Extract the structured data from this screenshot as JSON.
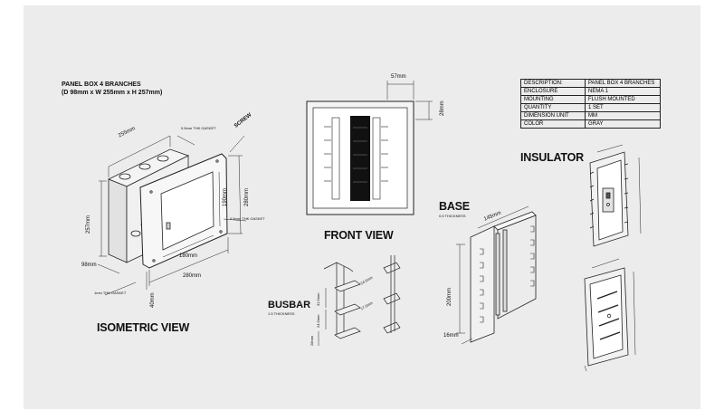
{
  "heading": {
    "line1": "PANEL BOX 4 BRANCHES",
    "line2": "(D 98mm x W 255mm x H 257mm)"
  },
  "spec_table": {
    "rows": [
      {
        "key": "DESCRIPTION:",
        "value": "PANEL BOX 4 BRANCHES"
      },
      {
        "key": "ENCLOSURE",
        "value": "NEMA 1"
      },
      {
        "key": "MOUNTING",
        "value": "FLUSH MOUNTED"
      },
      {
        "key": "QUANTITY",
        "value": "1 SET"
      },
      {
        "key": "DIMENSION UNIT",
        "value": "MM"
      },
      {
        "key": "COLOR",
        "value": "GRAY"
      }
    ]
  },
  "views": {
    "isometric": "ISOMETRIC VIEW",
    "front": "FRONT VIEW",
    "busbar": "BUSBAR",
    "busbar_note": "1.5 THICKNESS",
    "base": "BASE",
    "base_note": "0.5 THICKNESS",
    "insulator": "INSULATOR",
    "screw": "SCREW"
  },
  "dimensions": {
    "iso_width": "255mm",
    "iso_height": "257mm",
    "iso_depth": "98mm",
    "iso_cover_height": "280mm",
    "iso_opening_height": "190mm",
    "iso_opening_width": "180mm",
    "iso_cover_width": "280mm",
    "iso_flange": "40mm",
    "front_width": "57mm",
    "front_height": "28mm",
    "base_width": "145mm",
    "base_height": "200mm",
    "base_depth": "16mm",
    "busbar_a": "31.5mm",
    "busbar_b": "24.5mm",
    "busbar_c": "28mm",
    "busbar_d": "24.5mm",
    "busbar_e": "17.5mm"
  },
  "small_notes": {
    "thk_top": "0.5mm THK GASKET",
    "thk_side": "0.5mm THK GASKET",
    "thk_bottom": "1mm THK GASKET"
  },
  "colors": {
    "sheet": "#ececec",
    "ink": "#111111",
    "busbar_strip": "#111111"
  }
}
